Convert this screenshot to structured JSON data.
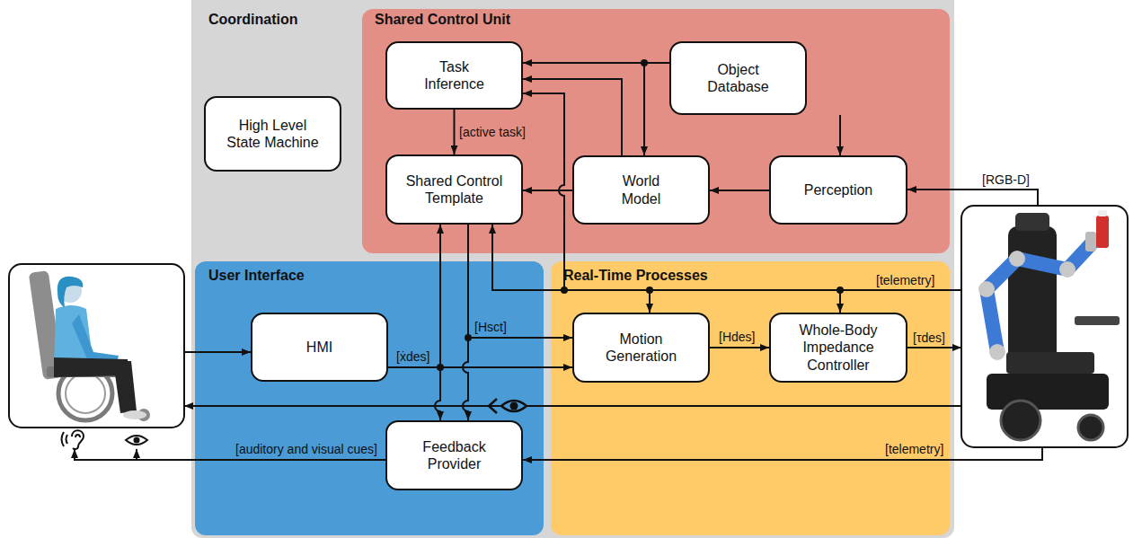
{
  "diagram": {
    "nodes": [
      {
        "text": [
          "Coordination"
        ]
      },
      {
        "text": [
          "Shared Control Unit"
        ],
        "in": 0
      },
      {
        "text": [
          "High Level State Machine"
        ],
        "in": 0
      },
      {
        "text": [
          "Task Inference"
        ],
        "in": 1
      },
      {
        "text": [
          "Object Database"
        ],
        "in": 1
      },
      {
        "text": [
          "Shared Control Template"
        ],
        "in": 1
      },
      {
        "text": [
          "World Model"
        ],
        "in": 1
      },
      {
        "text": [
          "Perception"
        ],
        "in": 1
      },
      {
        "text": [
          "User Interface"
        ],
        "in": 0
      },
      {
        "text": [
          "Real-Time Processes"
        ],
        "in": 0
      },
      {
        "text": [
          "HMI"
        ],
        "in": 8
      },
      {
        "text": [
          "Feedback Provider"
        ],
        "in": 8
      },
      {
        "text": [
          "Motion Generation"
        ],
        "in": 9
      },
      {
        "text": [
          "Whole-Body Impedance Controller"
        ],
        "in": 9
      }
    ],
    "edges": [
      {
        "from": 4,
        "to": 3,
        "arrow": "to"
      },
      {
        "from": 4,
        "to": 6,
        "arrow": "to"
      },
      {
        "from": 4,
        "to": 7,
        "arrow": "to"
      },
      {
        "from": 3,
        "to": 5,
        "arrow": "to",
        "label": "[active task]"
      },
      {
        "from": 6,
        "to": 3,
        "arrow": "to"
      },
      {
        "from": 7,
        "to": 6,
        "arrow": "to"
      },
      {
        "from": 6,
        "to": 5,
        "arrow": "to"
      },
      {
        "from": 10,
        "to": 12,
        "arrow": "to",
        "label": "[ẋdes]"
      },
      {
        "from": 10,
        "to": 5,
        "arrow": "to"
      },
      {
        "from": 10,
        "to": 11,
        "arrow": "to"
      },
      {
        "from": 5,
        "to": 12,
        "arrow": "to",
        "label": "[Hsct]"
      },
      {
        "from": 5,
        "to": 11,
        "arrow": "to"
      },
      {
        "from": 12,
        "to": 13,
        "arrow": "to",
        "label": "[Hdes]"
      }
    ],
    "labels": [
      "[RGB-D]",
      "[telemetry]",
      "[τdes]",
      "[auditory and visual cues]",
      "[telemetry]"
    ]
  }
}
